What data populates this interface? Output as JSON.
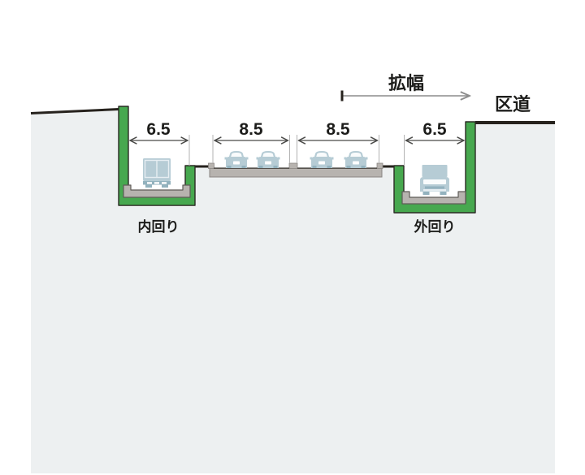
{
  "diagram": {
    "top_labels": {
      "widening": "拡幅",
      "ward_road": "区道"
    },
    "dimension_labels": {
      "inner_lane_width": "6.5",
      "center_left_width": "8.5",
      "center_right_width": "8.5",
      "outer_lane_width": "6.5"
    },
    "loop_labels": {
      "inner": "内回り",
      "outer": "外回り"
    },
    "colors": {
      "ground": "#edf0f1",
      "surface_line": "#26221d",
      "wall_green": "#47a84f",
      "concrete": "#b7b3af",
      "concrete_outline": "#5f5b57",
      "vehicle": "#b6ccd5",
      "vehicle_dark": "#93b2be",
      "dimension_line": "#4a4a48",
      "extension_line": "#b3b3b3",
      "widening_arrow": "#8c8c8c"
    }
  }
}
